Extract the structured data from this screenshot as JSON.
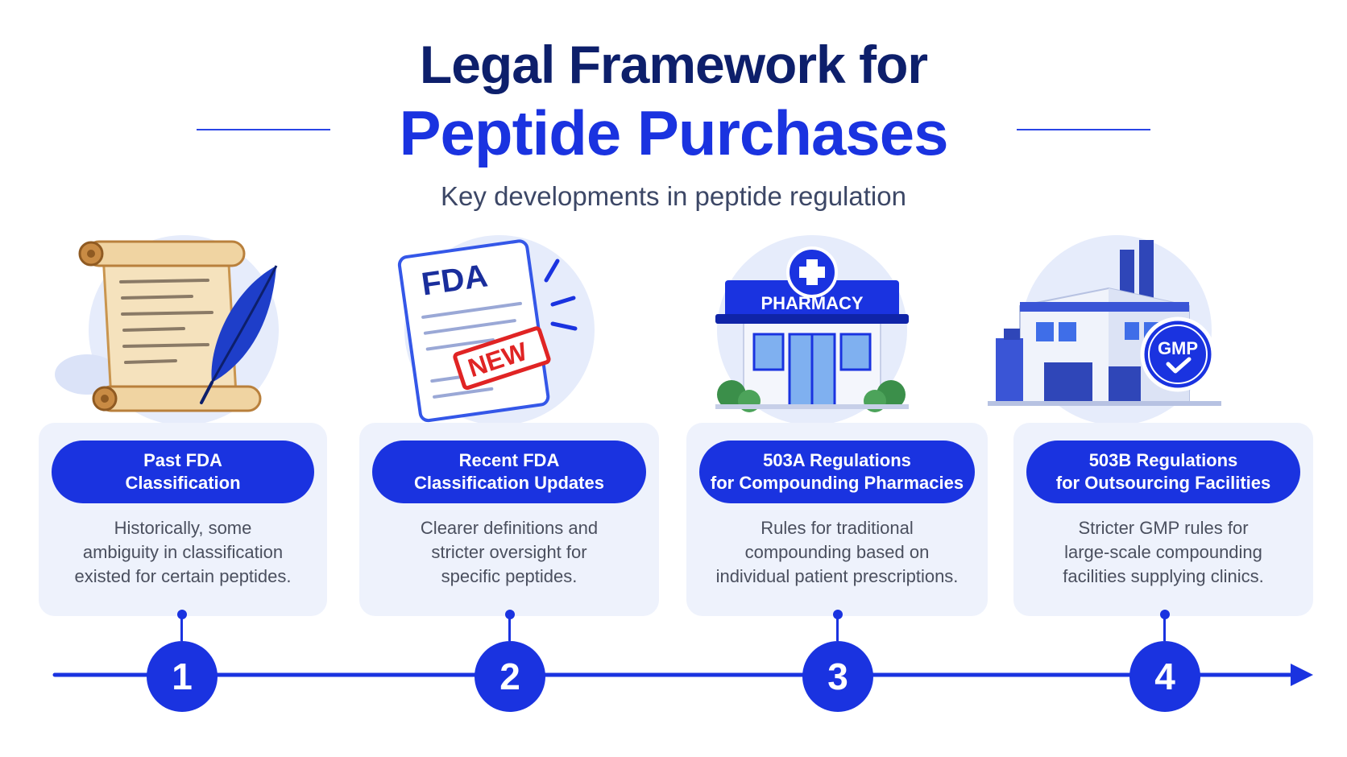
{
  "header": {
    "title_line1": "Legal Framework for",
    "title_line2": "Peptide Purchases",
    "subtitle": "Key developments in peptide regulation"
  },
  "colors": {
    "primary_blue": "#1a33e0",
    "dark_navy": "#0d1f6b",
    "card_bg": "#eef2fc",
    "illustration_bg": "#e6ecfb"
  },
  "steps": [
    {
      "number": "1",
      "title": "Past FDA\nClassification",
      "description": "Historically, some\nambiguity in classification\nexisted for certain peptides.",
      "icon": "scroll-quill-icon"
    },
    {
      "number": "2",
      "title": "Recent FDA\nClassification Updates",
      "description": "Clearer definitions and\nstricter oversight for\nspecific peptides.",
      "icon": "fda-document-icon",
      "icon_text": "FDA",
      "stamp_text": "NEW"
    },
    {
      "number": "3",
      "title": "503A Regulations\nfor Compounding Pharmacies",
      "description": "Rules for traditional\ncompounding based on\nindividual patient prescriptions.",
      "icon": "pharmacy-building-icon",
      "icon_text": "PHARMACY"
    },
    {
      "number": "4",
      "title": "503B Regulations\nfor Outsourcing Facilities",
      "description": "Stricter GMP rules for\nlarge-scale compounding\nfacilities supplying clinics.",
      "icon": "factory-gmp-icon",
      "icon_text": "GMP"
    }
  ]
}
